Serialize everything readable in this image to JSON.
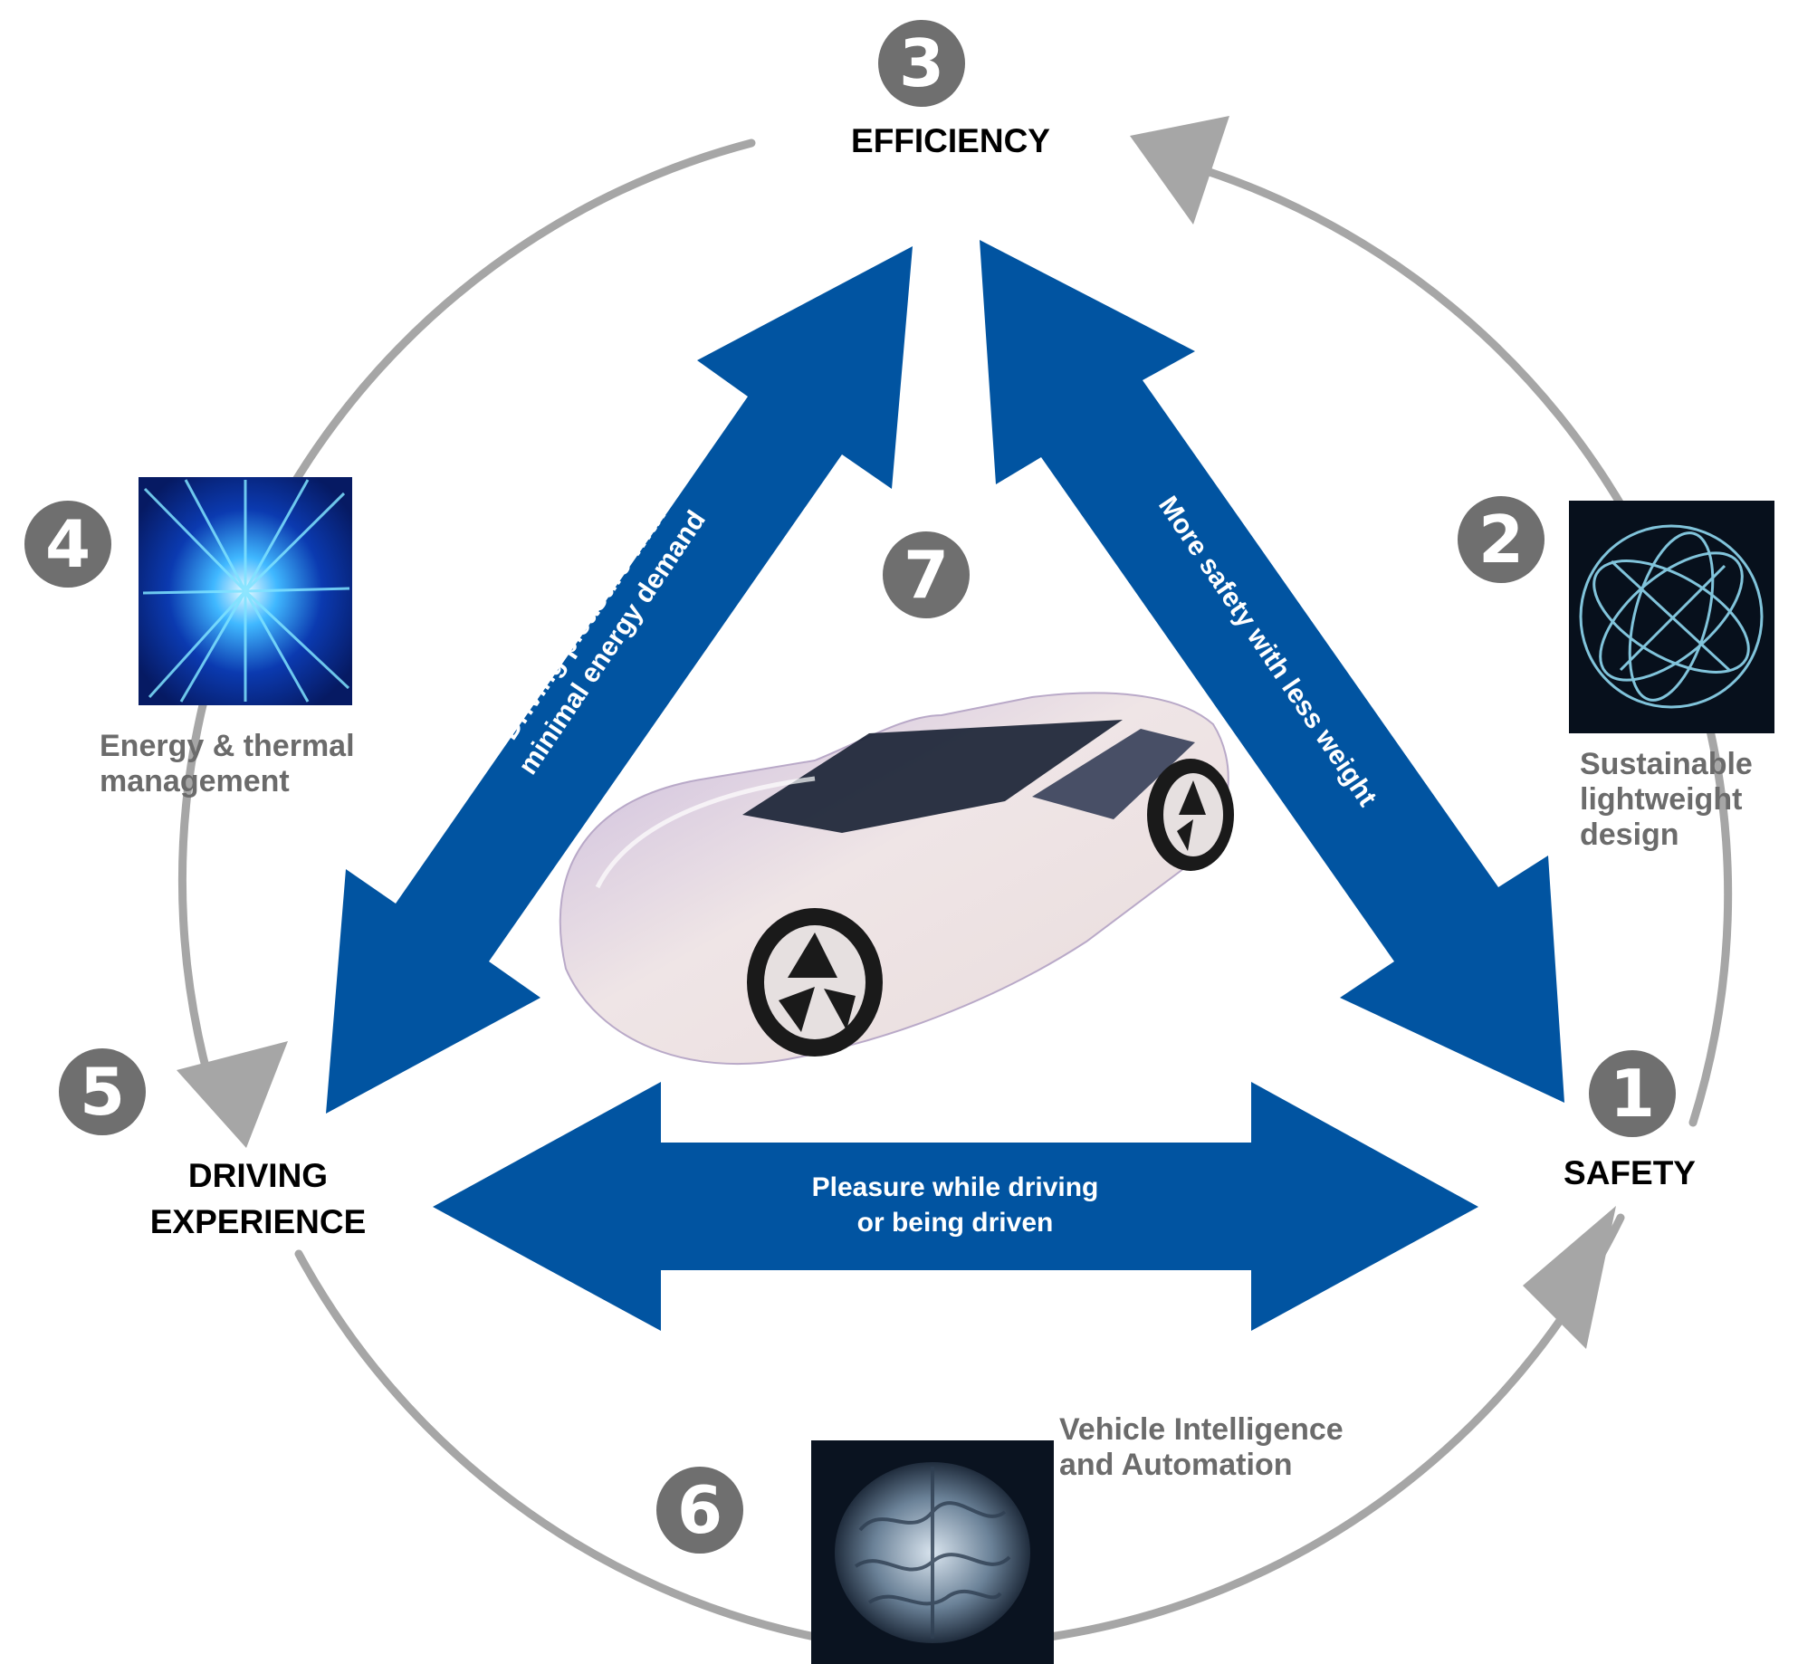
{
  "pillars": {
    "efficiency": "EFFICIENCY",
    "safety": "SAFETY",
    "driving_line1": "DRIVING",
    "driving_line2": "EXPERIENCE"
  },
  "badges": {
    "one": "1",
    "two": "2",
    "three": "3",
    "four": "4",
    "five": "5",
    "six": "6",
    "seven": "7"
  },
  "topics": {
    "energy_line1": "Energy & thermal",
    "energy_line2": "management",
    "lightweight_line1": "Sustainable",
    "lightweight_line2": "lightweight",
    "lightweight_line3": "design",
    "intelligence_line1": "Vehicle Intelligence",
    "intelligence_line2": "and Automation"
  },
  "arrows": {
    "left_line1": "Driving pleasure with",
    "left_line2": "minimal energy demand",
    "right": "More safety with less weight",
    "bottom_line1": "Pleasure while driving",
    "bottom_line2": "or being driven"
  },
  "colors": {
    "arrow_blue": "#0154a1",
    "ring_gray": "#a6a6a6",
    "badge_gray": "#6f6f6f",
    "topic_gray": "#6b6b6b"
  },
  "icons": {
    "energy": "light-speed-burst-icon",
    "lightweight": "wire-sphere-icon",
    "intelligence": "brain-icon",
    "center": "concept-car-image"
  }
}
